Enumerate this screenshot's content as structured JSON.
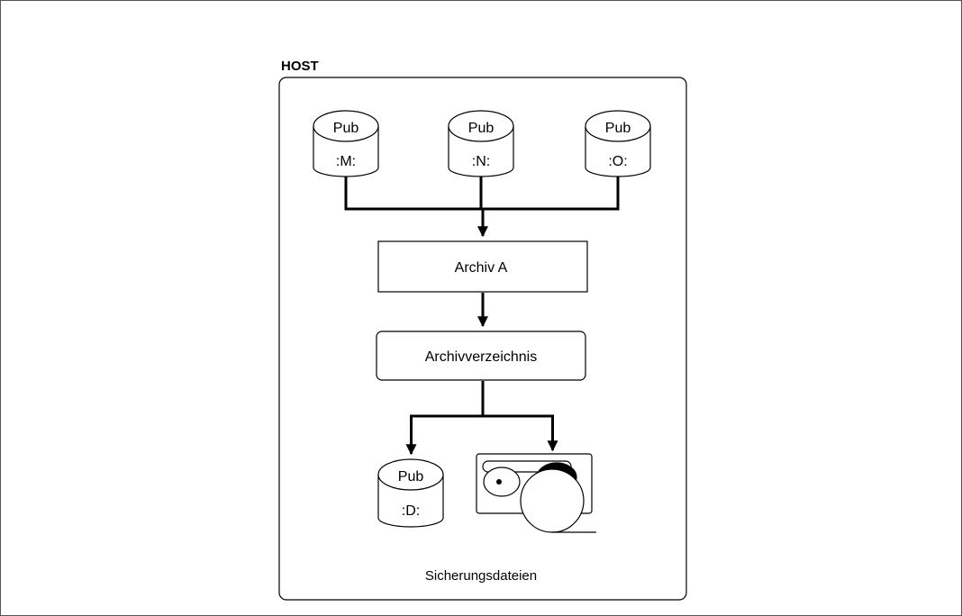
{
  "host": {
    "label": "HOST"
  },
  "disks": {
    "m": {
      "top": "Pub",
      "bottom": ":M:"
    },
    "n": {
      "top": "Pub",
      "bottom": ":N:"
    },
    "o": {
      "top": "Pub",
      "bottom": ":O:"
    },
    "d": {
      "top": "Pub",
      "bottom": ":D:"
    }
  },
  "archive": {
    "label": "Archiv A"
  },
  "directory": {
    "label": "Archivverzeichnis"
  },
  "backup": {
    "label": "Sicherungsdateien",
    "tape_icon": "tape-drive-icon"
  }
}
